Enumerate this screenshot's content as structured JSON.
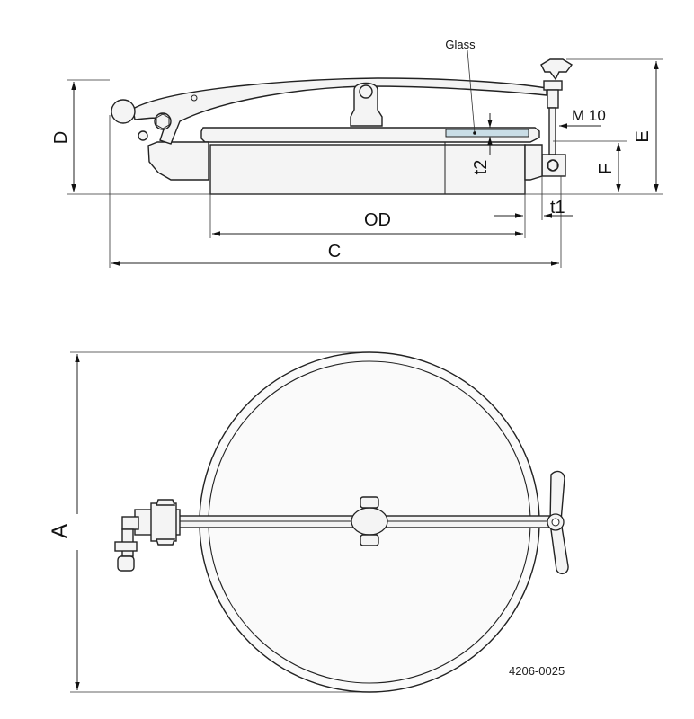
{
  "drawing": {
    "labels": {
      "glass": "Glass",
      "thread": "M 10",
      "d": "D",
      "e": "E",
      "f": "F",
      "t1": "t1",
      "t2": "t2",
      "od": "OD",
      "c": "C",
      "a": "A"
    },
    "drawing_number": "4206-0025",
    "colors": {
      "line": "#222222",
      "glass_fill": "#c9dde6"
    }
  }
}
